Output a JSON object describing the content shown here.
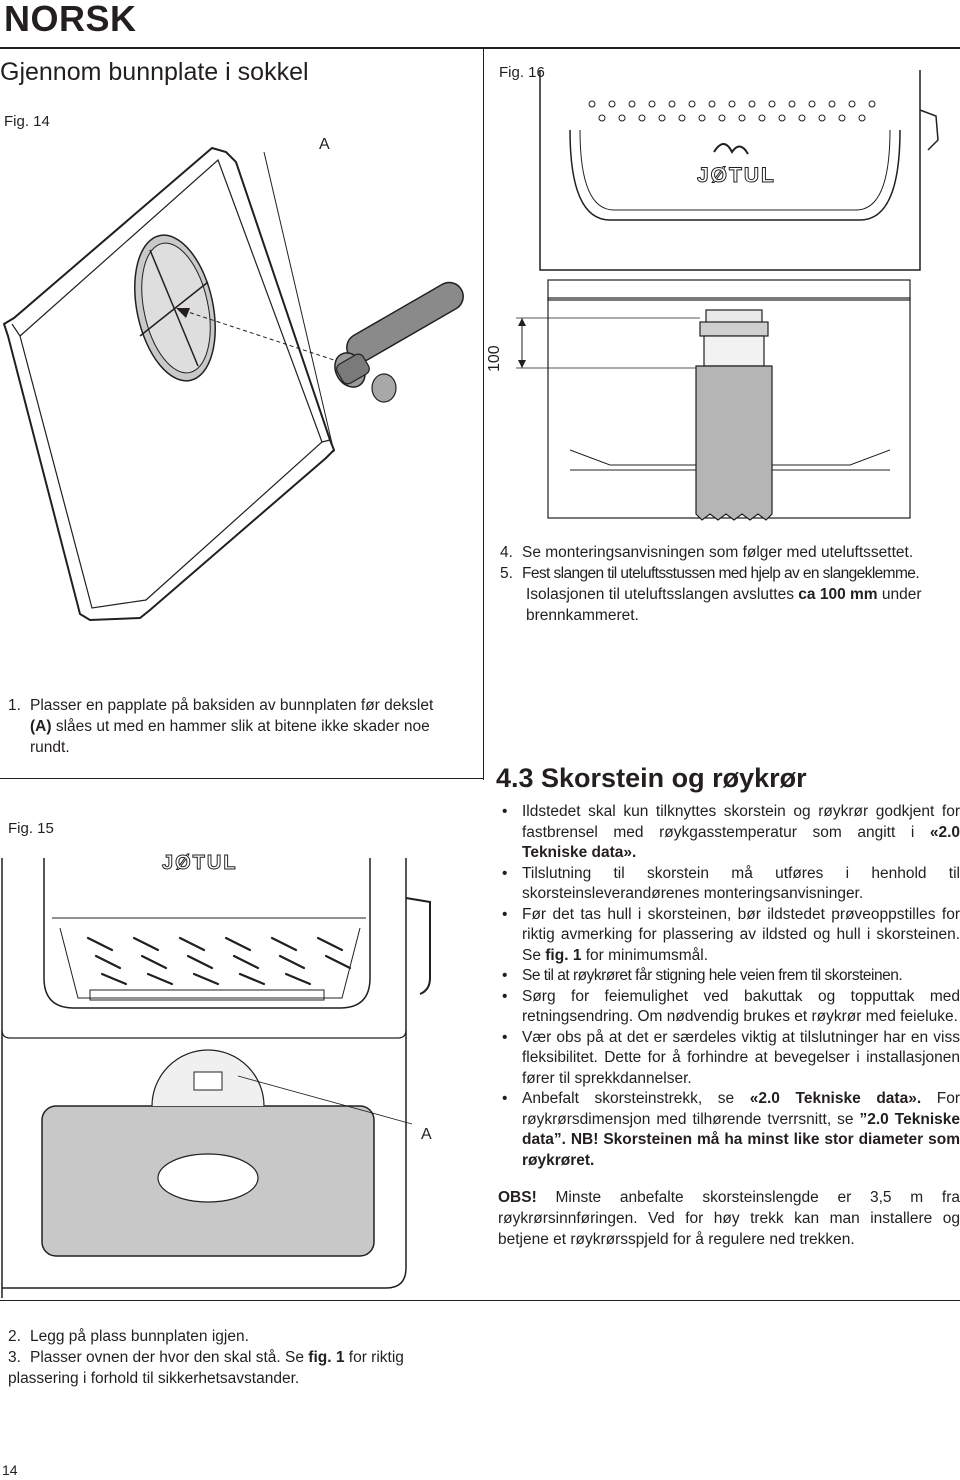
{
  "header": {
    "language": "NORSK"
  },
  "left_top": {
    "section_title": "Gjennom bunnplate i sokkel",
    "fig14_label": "Fig. 14",
    "fig14_callout": "A"
  },
  "right_top": {
    "fig16_label": "Fig. 16",
    "brand": "JØTUL",
    "dimension": "100"
  },
  "steps_right": [
    {
      "num": "4.",
      "text": "Se monteringsanvisningen som følger med uteluftssettet."
    },
    {
      "num": "5.",
      "text": "Fest slangen til uteluftsstussen med hjelp av en slangeklemme."
    },
    {
      "num": "",
      "text": "Isolasjonen til uteluftsslangen avsluttes ",
      "bold": "ca 100 mm",
      "after": " under"
    },
    {
      "num": "",
      "text": "brennkammeret."
    }
  ],
  "step1": {
    "num": "1.",
    "line1": "Plasser en papplate på baksiden av bunnplaten før dekslet",
    "line2a": "(A)",
    "line2b": " slåes ut med en hammer slik at bitene ikke skader noe",
    "line3": "rundt."
  },
  "fig15": {
    "label": "Fig. 15",
    "brand": "JØTUL",
    "callout": "A"
  },
  "section43": {
    "heading": "4.3 Skorstein og røykrør",
    "bullets": [
      {
        "parts": [
          {
            "t": "Ildstedet skal kun tilknyttes skorstein og røykrør godkjent for fastbrensel med røykgasstemperatur som angitt i "
          },
          {
            "t": "«2.0 Tekniske data».",
            "b": true
          }
        ]
      },
      {
        "parts": [
          {
            "t": "Tilslutning til skorstein må utføres i henhold til skorsteinsleverandørenes monteringsanvisninger."
          }
        ]
      },
      {
        "parts": [
          {
            "t": "Før det tas hull i skorsteinen, bør ildstedet prøveoppstilles for riktig avmerking for plassering av ildsted og hull i skorsteinen. Se "
          },
          {
            "t": "fig. 1",
            "b": true
          },
          {
            "t": " for minimumsmål."
          }
        ]
      },
      {
        "parts": [
          {
            "t": "Se til at røykrøret får stigning hele veien frem til skorsteinen."
          }
        ]
      },
      {
        "parts": [
          {
            "t": "Sørg for feiemulighet ved bakuttak og topputtak med retningsendring. Om nødvendig brukes et røykrør med feieluke."
          }
        ]
      },
      {
        "parts": [
          {
            "t": "Vær obs på at det er særdeles viktig at tilslutninger har en viss fleksibilitet. Dette for å forhindre at bevegelser i installasjonen fører til sprekkdannelser."
          }
        ]
      },
      {
        "parts": [
          {
            "t": "Anbefalt skorsteinstrekk, se "
          },
          {
            "t": "«2.0 Tekniske data».",
            "b": true
          },
          {
            "t": " For røykrørsdimensjon med tilhørende tverrsnitt, se "
          },
          {
            "t": "”2.0 Tekniske data”. NB! Skorsteinen må ha minst like stor diameter som røykrøret.",
            "b": true
          }
        ]
      }
    ],
    "obs_label": "OBS!",
    "obs_text": " Minste anbefalte skorsteinslengde er 3,5 m fra røykrørsinnføringen. Ved for høy trekk kan man installere og betjene et røykrørsspjeld for å regulere ned trekken."
  },
  "bottom_steps": {
    "s2_num": "2.",
    "s2_text": "Legg på plass bunnplaten igjen.",
    "s3_num": "3.",
    "s3_text_a": "Plasser ovnen der hvor den skal stå. Se ",
    "s3_bold": "fig. 1",
    "s3_text_b": " for riktig",
    "s3_line2": "plassering i forhold til sikkerhetsavstander."
  },
  "footer": {
    "page_number": "14"
  }
}
